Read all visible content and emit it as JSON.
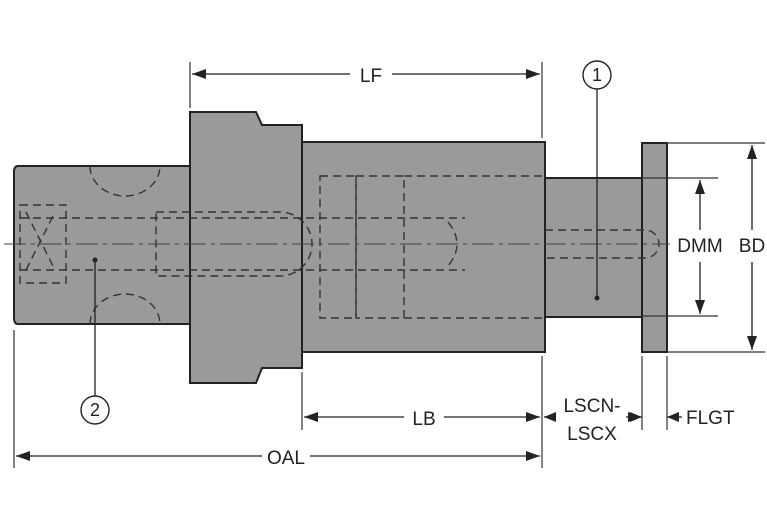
{
  "diagram": {
    "labels": {
      "lf": "LF",
      "lb": "LB",
      "oal": "OAL",
      "lscn": "LSCN-",
      "lscx": "LSCX",
      "flgt": "FLGT",
      "dmm": "DMM",
      "bd": "BD"
    },
    "callouts": {
      "one": "1",
      "two": "2"
    }
  }
}
